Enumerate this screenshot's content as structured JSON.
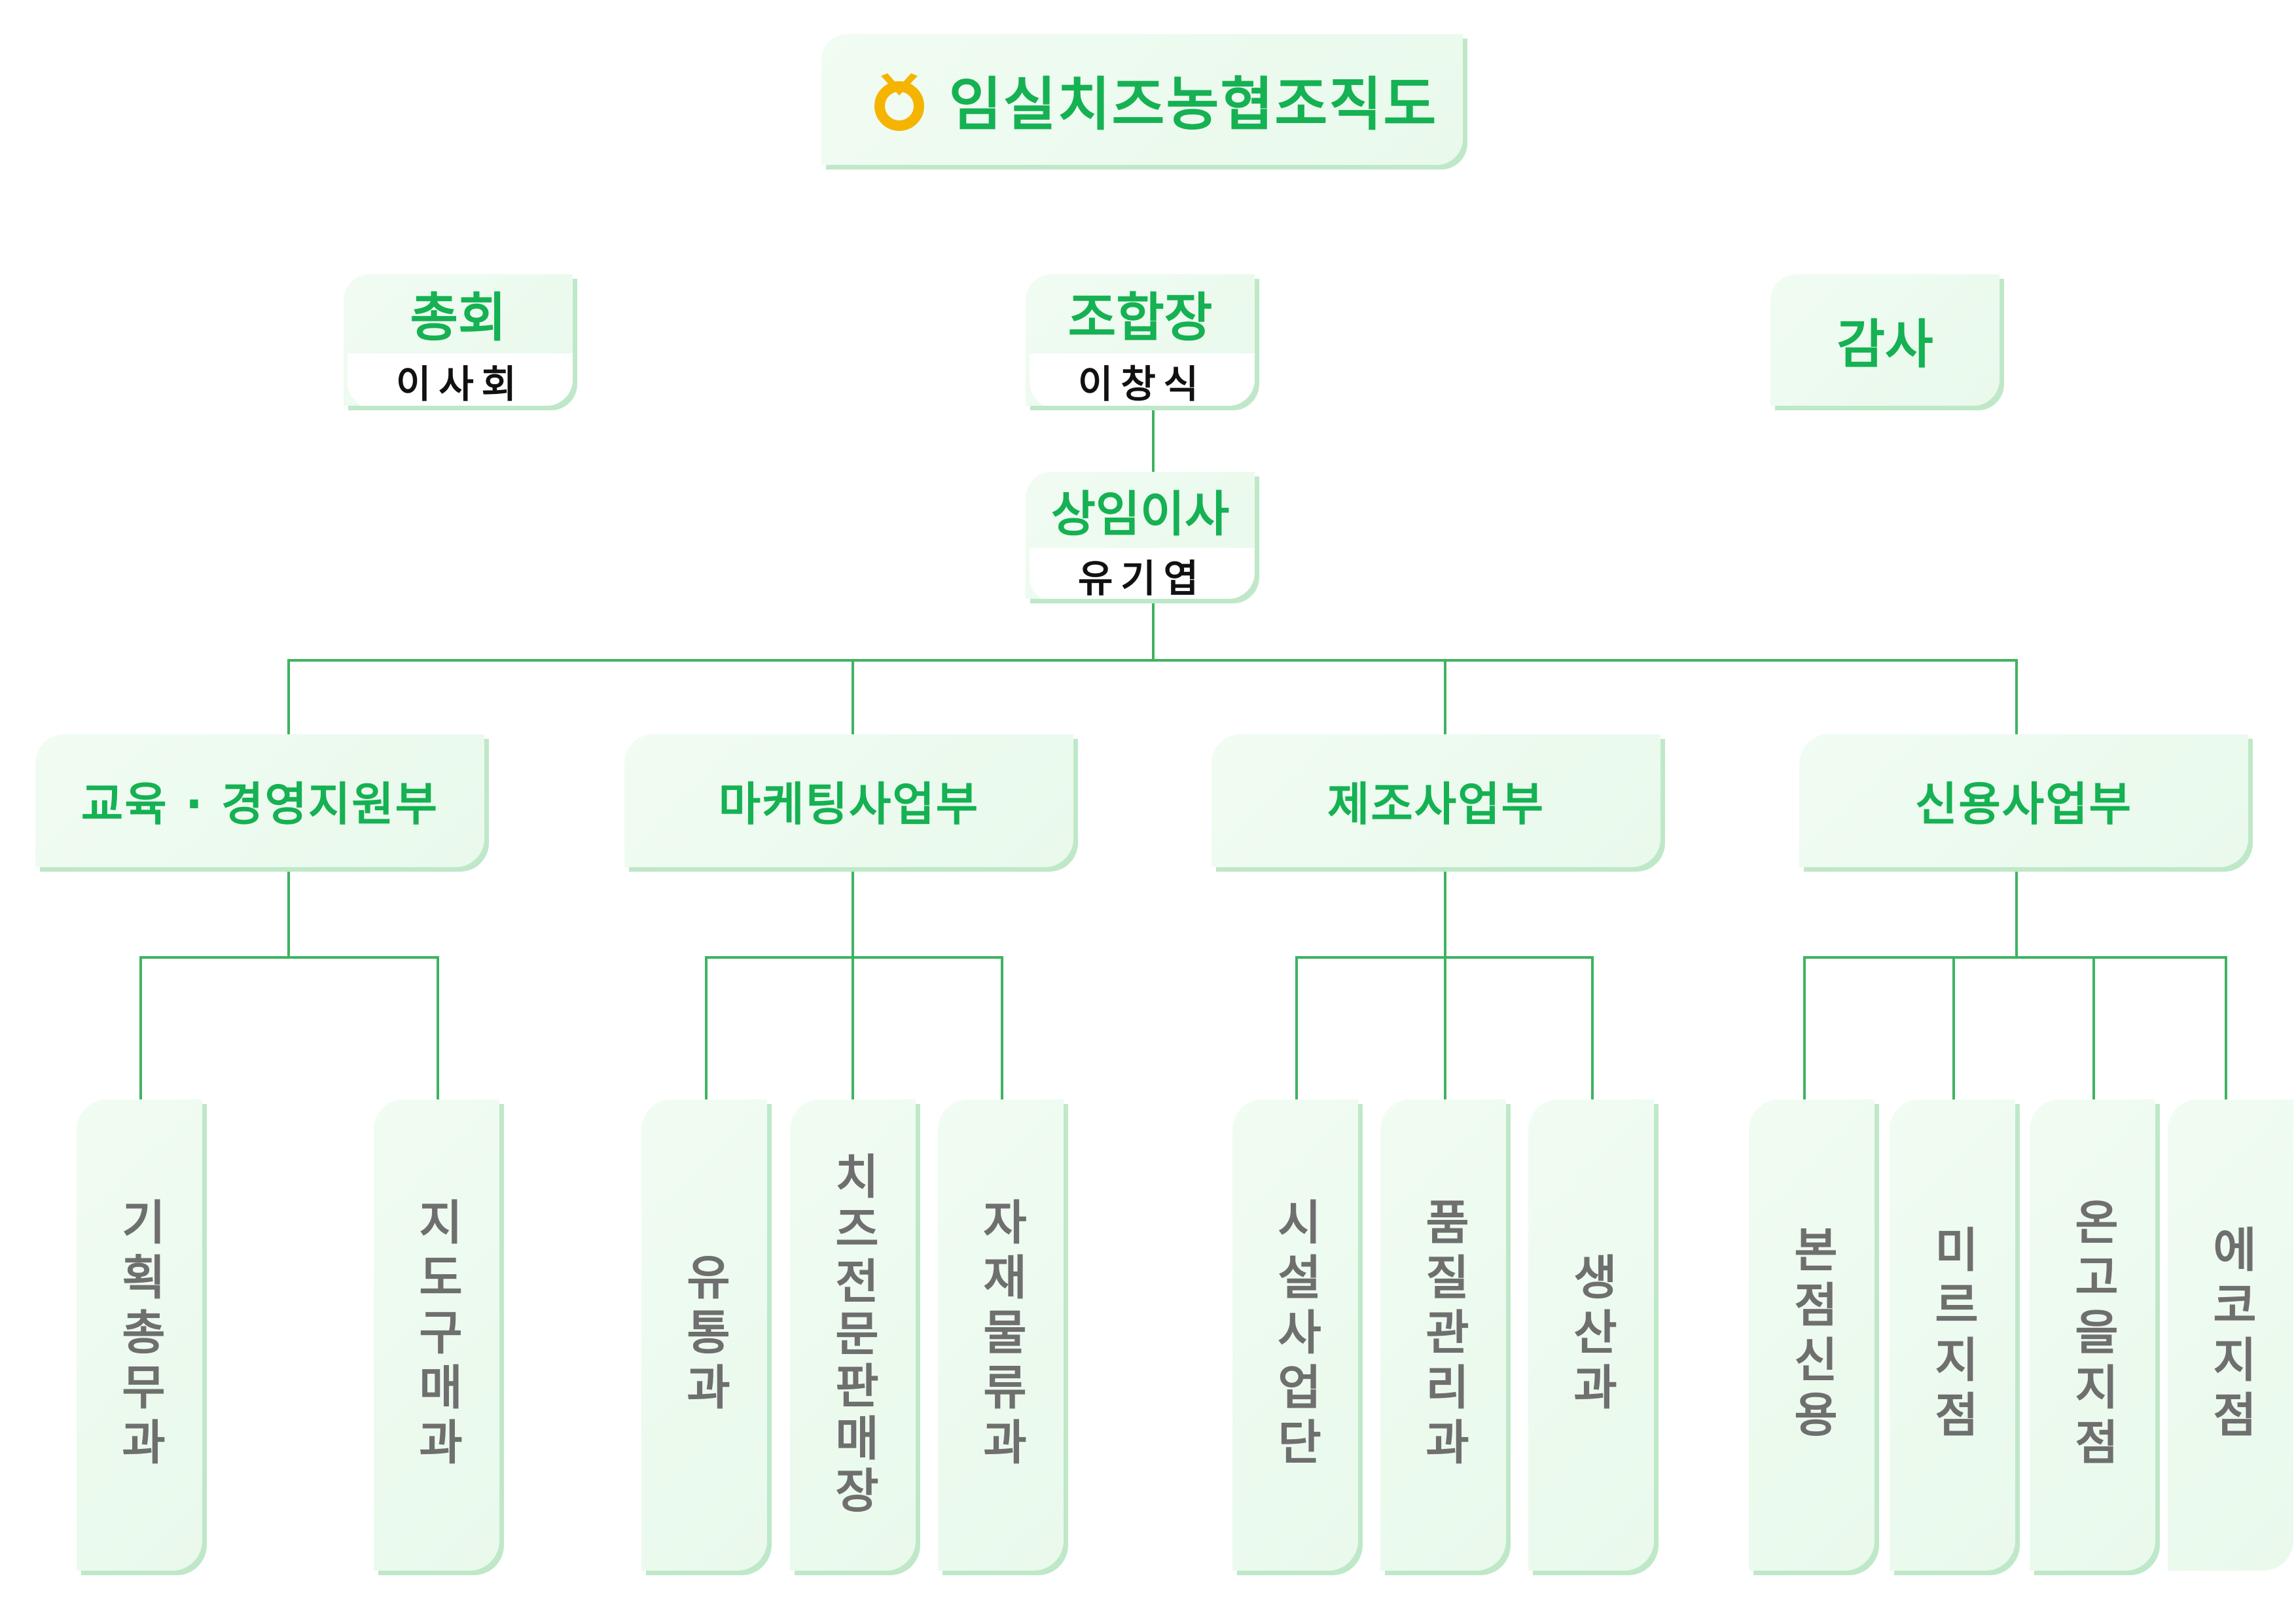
{
  "title": "임실치즈농협조직도",
  "colors": {
    "accent": "#15b153",
    "line": "#3fb360",
    "card": "#eefbf0",
    "shadow": "#bfe8c9",
    "team_text": "#6f6f6f",
    "logo": "#f5b400"
  },
  "logo_icon": "nonghyup-logo-icon",
  "top": {
    "general_assembly": {
      "label": "총회",
      "sub": "이사회"
    },
    "president": {
      "label": "조합장",
      "sub": "이창식"
    },
    "auditor": {
      "label": "감사"
    },
    "standing_director": {
      "label": "상임이사",
      "sub": "유기엽"
    }
  },
  "departments": [
    {
      "name": "교육 · 경영지원부",
      "teams": [
        "기획총무과",
        "지도구매과"
      ]
    },
    {
      "name": "마케팅사업부",
      "teams": [
        "유통과",
        "치즈전문판매장",
        "자재물류과"
      ]
    },
    {
      "name": "제조사업부",
      "teams": [
        "시설사업단",
        "품질관리과",
        "생산과"
      ]
    },
    {
      "name": "신용사업부",
      "teams": [
        "본점신용",
        "미르지점",
        "온고을지점",
        "에코지점"
      ]
    }
  ]
}
